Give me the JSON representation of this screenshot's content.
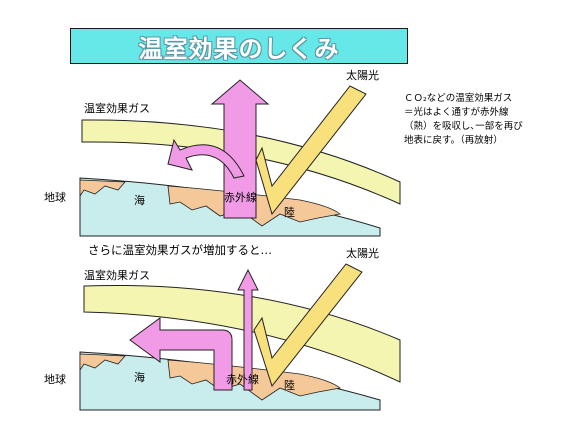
{
  "title": "温室効果のしくみ",
  "top_panel": {
    "gas_label": "温室効果ガス",
    "sun_label": "太陽光",
    "earth_label": "地球",
    "sea_label": "海",
    "land_label": "陸",
    "ir_label": "赤外線"
  },
  "note_lines": [
    "ＣＯ₂などの温室効果ガス",
    "＝光はよく通すが赤外線",
    "（熱）を吸収し､一部を再び",
    "地表に戻す。（再放射）"
  ],
  "bottom_panel": {
    "caption": "さらに温室効果ガスが増加すると…",
    "gas_label": "温室効果ガス",
    "sun_label": "太陽光",
    "earth_label": "地球",
    "sea_label": "海",
    "land_label": "陸",
    "ir_label": "赤外線"
  },
  "colors": {
    "title_bg": "#66e8e8",
    "sea": "#c9ecec",
    "land": "#f5c89a",
    "gas_band": "#f3f5b0",
    "sunlight": "#f8e07c",
    "infrared": "#f19be6"
  }
}
